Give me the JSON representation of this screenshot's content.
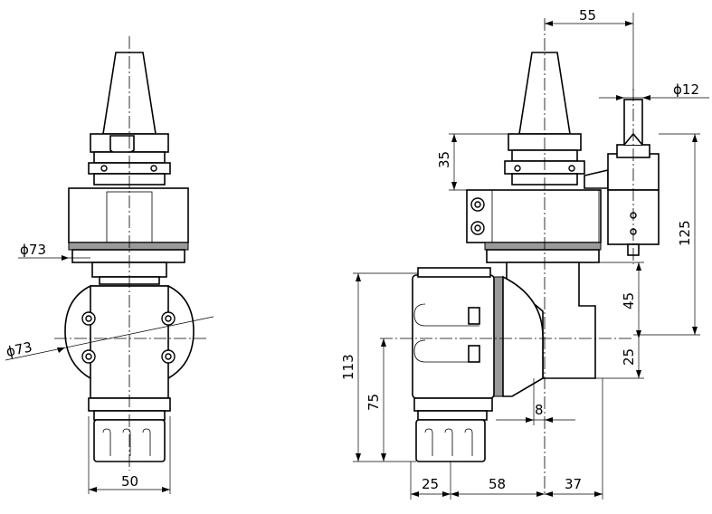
{
  "dimensions": {
    "front_flange_dia": "ϕ73",
    "front_body_dia": "ϕ73",
    "front_collet_width": "50",
    "side_offset_top": "55",
    "side_tool_dia": "ϕ12",
    "side_flange_height": "35",
    "side_total_height": "125",
    "side_center_offset": "45",
    "side_lower_offset": "25",
    "side_body_height": "113",
    "side_spindle_height": "75",
    "side_gap": "8",
    "side_bottom_left": "25",
    "side_bottom_mid": "58",
    "side_bottom_right": "37"
  }
}
